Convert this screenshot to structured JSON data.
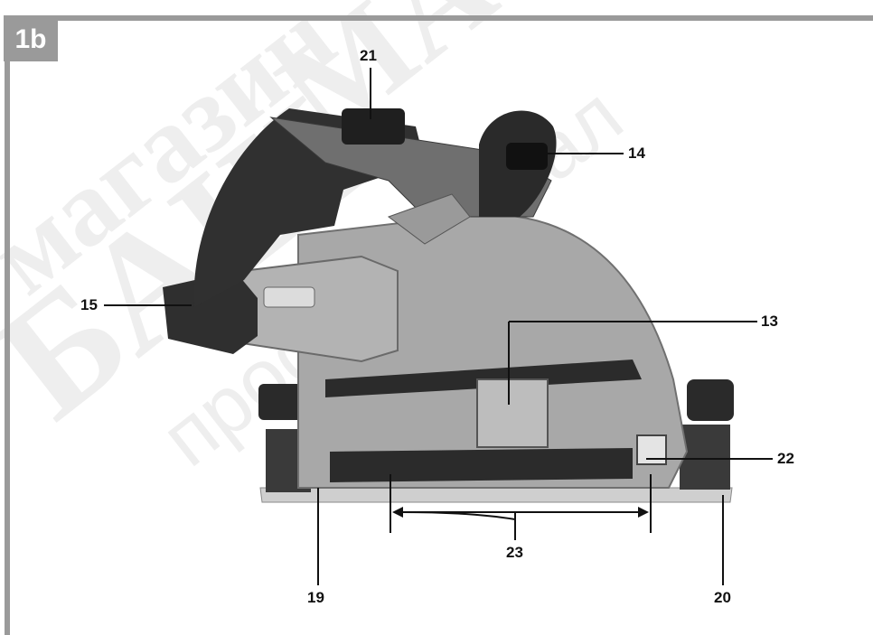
{
  "figure": {
    "badge": "1b",
    "callouts": [
      {
        "id": "21",
        "label": "21"
      },
      {
        "id": "14",
        "label": "14"
      },
      {
        "id": "15",
        "label": "15"
      },
      {
        "id": "13",
        "label": "13"
      },
      {
        "id": "22",
        "label": "22"
      },
      {
        "id": "23",
        "label": "23"
      },
      {
        "id": "19",
        "label": "19"
      },
      {
        "id": "20",
        "label": "20"
      }
    ]
  }
}
